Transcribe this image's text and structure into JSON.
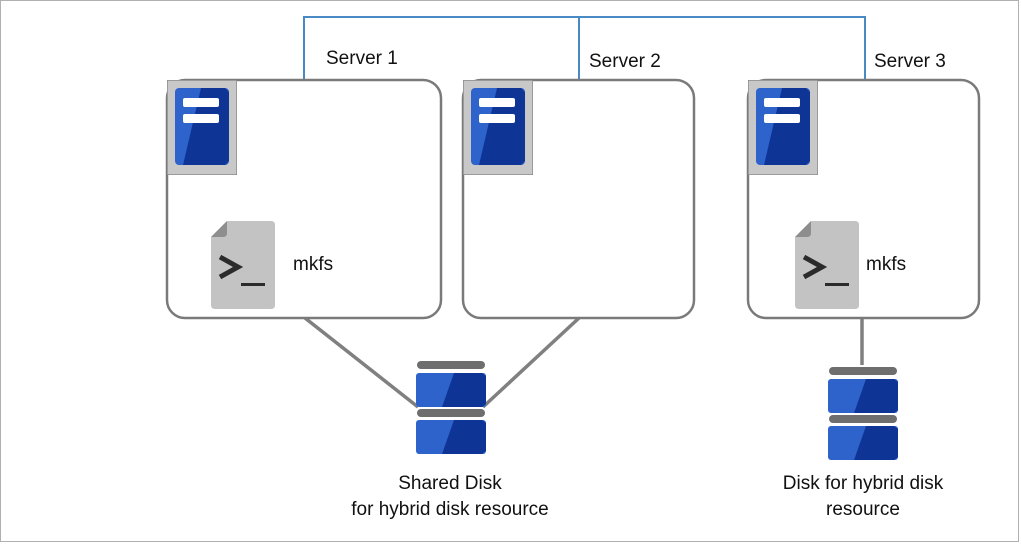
{
  "servers": [
    {
      "name": "Server 1",
      "command": "mkfs"
    },
    {
      "name": "Server 2",
      "command": ""
    },
    {
      "name": "Server 3",
      "command": "mkfs"
    }
  ],
  "disks": [
    {
      "caption_line1": "Shared Disk",
      "caption_line2": "for hybrid disk resource"
    },
    {
      "caption_line1": "Disk for hybrid disk",
      "caption_line2": "resource"
    }
  ],
  "colors": {
    "network_line": "#4a8ac4",
    "box_border": "#7a7a7a",
    "connector": "#808080",
    "server_blue": "#2f63cc",
    "server_dark": "#0e3596",
    "icon_frame": "#c8c8c8",
    "disk_cap": "#6e6e6e",
    "terminal_gray": "#c3c3c3"
  },
  "icons": {
    "server": "server-icon",
    "terminal": "terminal-icon",
    "disk": "disk-icon"
  }
}
